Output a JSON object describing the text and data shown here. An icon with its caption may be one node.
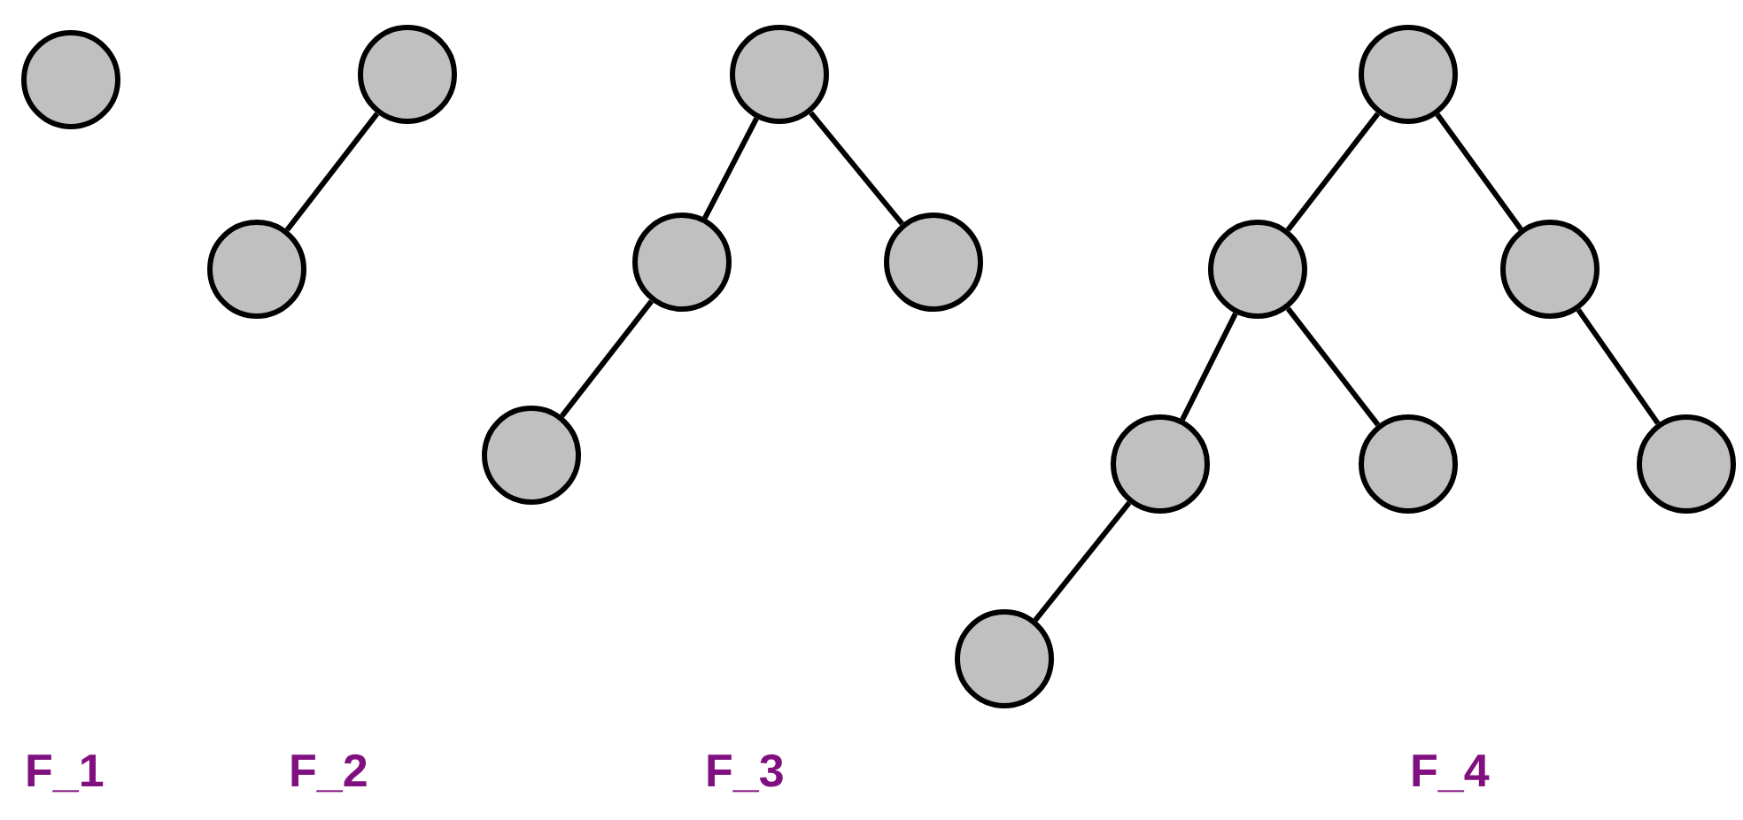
{
  "diagram": {
    "nodes": [
      {
        "text": [],
        "shape": "circle"
      },
      {
        "text": [],
        "shape": "circle"
      },
      {
        "text": [],
        "shape": "circle"
      },
      {
        "text": [],
        "shape": "circle"
      },
      {
        "text": [],
        "shape": "circle"
      },
      {
        "text": [],
        "shape": "circle"
      },
      {
        "text": [],
        "shape": "circle"
      },
      {
        "text": [],
        "shape": "circle"
      },
      {
        "text": [],
        "shape": "circle"
      },
      {
        "text": [],
        "shape": "circle"
      },
      {
        "text": [],
        "shape": "circle"
      },
      {
        "text": [],
        "shape": "circle"
      },
      {
        "text": [],
        "shape": "circle"
      },
      {
        "text": [],
        "shape": "circle"
      }
    ],
    "edges": [
      {
        "from": 1,
        "to": 2,
        "arrow": "none"
      },
      {
        "from": 3,
        "to": 4,
        "arrow": "none"
      },
      {
        "from": 3,
        "to": 5,
        "arrow": "none"
      },
      {
        "from": 4,
        "to": 6,
        "arrow": "none"
      },
      {
        "from": 7,
        "to": 8,
        "arrow": "none"
      },
      {
        "from": 7,
        "to": 9,
        "arrow": "none"
      },
      {
        "from": 8,
        "to": 10,
        "arrow": "none"
      },
      {
        "from": 8,
        "to": 11,
        "arrow": "none"
      },
      {
        "from": 9,
        "to": 12,
        "arrow": "none"
      },
      {
        "from": 10,
        "to": 13,
        "arrow": "none"
      }
    ],
    "labels": [
      "F_1",
      "F_2",
      "F_3",
      "F_4"
    ]
  }
}
